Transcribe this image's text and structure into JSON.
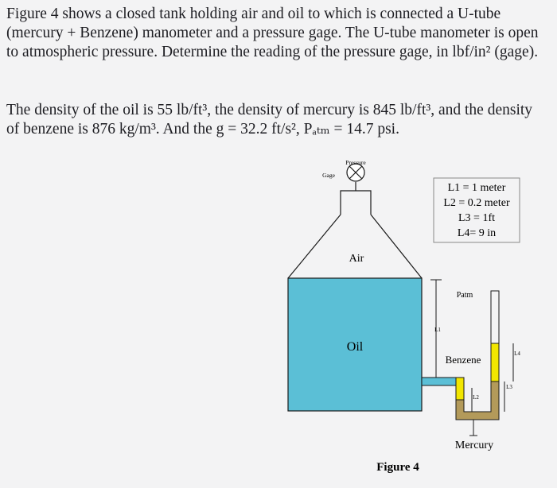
{
  "problem": {
    "paragraph1": "Figure 4 shows a closed tank holding air and oil to which is connected a U-tube (mercury + Benzene) manometer and a pressure gage. The U-tube manometer is open to atmospheric pressure. Determine the reading of the pressure gage, in lbf/in² (gage).",
    "paragraph2": "The density of the oil is 55 lb/ft³, the density of mercury is 845 lb/ft³, and the density of benzene is 876 kg/m³. And the g = 32.2 ft/s², Pₐₜₘ = 14.7 psi."
  },
  "figure": {
    "gage_label_1": "Pressure",
    "gage_label_2": "Gage",
    "air_label": "Air",
    "oil_label": "Oil",
    "patm_label": "Patm",
    "benzene_label": "Benzene",
    "mercury_label": "Mercury",
    "l1_label": "L1",
    "l2_label": "L2",
    "l3_label": "L3",
    "l4_label": "L4",
    "caption": "Figure 4",
    "legend": [
      "L1 = 1 meter",
      "L2 = 0.2 meter",
      "L3 = 1ft",
      "L4= 9 in"
    ],
    "colors": {
      "oil": "#5bbfd6",
      "benzene": "#f2e600",
      "mercury": "#b39a5a",
      "outline": "#1a1a1a"
    }
  }
}
